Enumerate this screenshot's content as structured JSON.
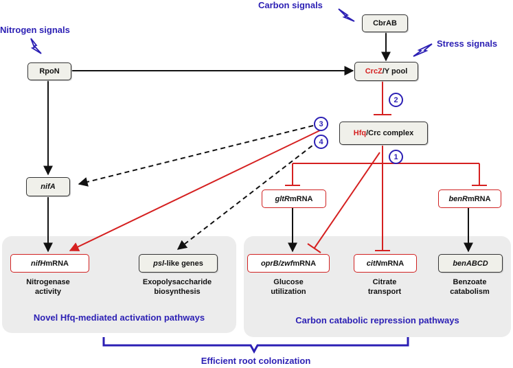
{
  "signals": {
    "carbon": "Carbon signals",
    "nitrogen": "Nitrogen signals",
    "stress": "Stress signals"
  },
  "nodes": {
    "cbrab": "CbrAB",
    "rpon": "RpoN",
    "crcz_a": "CrcZ",
    "crcz_b": "/Y pool",
    "hfq_a": "Hfq",
    "hfq_b": "/Crc complex",
    "nifa": "nifA",
    "gltr_a": "gltR",
    "gltr_b": " mRNA",
    "benr_a": "benR",
    "benr_b": " mRNA",
    "nifh_a": "nifH",
    "nifh_b": " mRNA",
    "psl_a": "psl",
    "psl_b": "-like genes",
    "oprb_a": "oprB/zwf",
    "oprb_b": " mRNA",
    "citn_a": "citN",
    "citn_b": " mRNA",
    "benabcd": "benABCD"
  },
  "descriptions": {
    "nitrogenase": [
      "Nitrogenase",
      "activity"
    ],
    "exopoly": [
      "Exopolysaccharide",
      "biosynthesis"
    ],
    "glucose": [
      "Glucose",
      "utilization"
    ],
    "citrate": [
      "Citrate",
      "transport"
    ],
    "benzoate": [
      "Benzoate",
      "catabolism"
    ]
  },
  "panels": {
    "left_title": "Novel Hfq-mediated activation pathways",
    "right_title": "Carbon catabolic repression pathways"
  },
  "bottom_label": "Efficient root colonization",
  "badges": [
    "1",
    "2",
    "3",
    "4"
  ],
  "colors": {
    "blue": "#2b1fb4",
    "red": "#d52020",
    "black": "#111111"
  }
}
